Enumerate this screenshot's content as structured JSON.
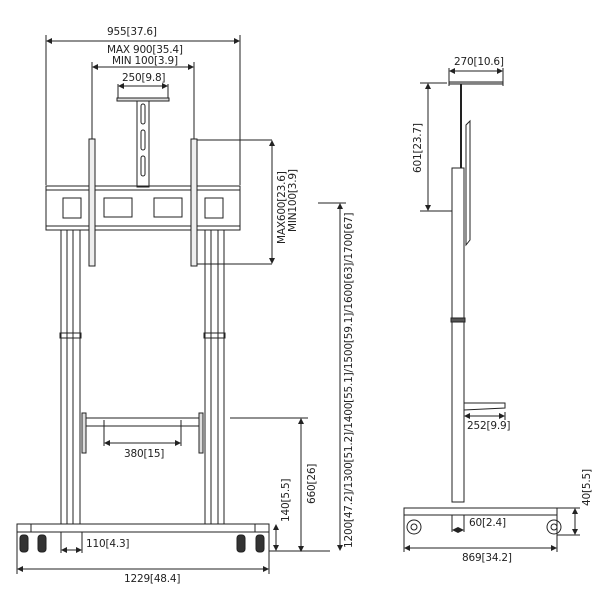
{
  "front_view": {
    "overall_width": "955[37.6]",
    "bracket_max": "MAX 900[35.4]",
    "bracket_min": "MIN 100[3.9]",
    "top_shelf_width": "250[9.8]",
    "vesa_max": "MAX600[23.6]",
    "vesa_min": "MIN100[3.9]",
    "height_range": "1200[47.2]/1300[51.2]/1400[55.1]/1500[59.1]/1600[63]/1700[67]",
    "crossbar_width": "380[15]",
    "crossbar_height": "660[26]",
    "base_height": "140[5.5]",
    "pole_offset": "110[4.3]",
    "base_width": "1229[48.4]"
  },
  "side_view": {
    "top_shelf_depth": "270[10.6]",
    "top_shelf_height": "601[23.7]",
    "shelf_depth": "252[9.9]",
    "pole_offset": "60[2.4]",
    "base_height": "40[5.5]",
    "base_depth": "869[34.2]"
  },
  "colors": {
    "line": "#222222",
    "background": "#ffffff"
  }
}
